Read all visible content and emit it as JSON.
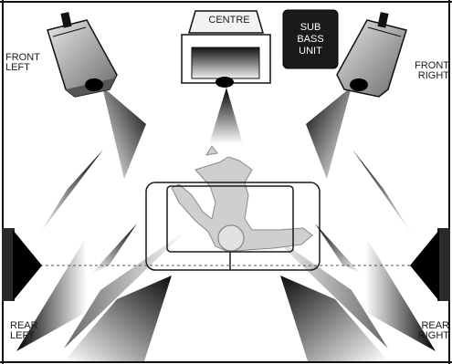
{
  "speakers": {
    "front_left": {
      "line1": "FRONT",
      "line2": "LEFT",
      "icon": "speaker-icon"
    },
    "front_right": {
      "line1": "FRONT",
      "line2": "RIGHT",
      "icon": "speaker-icon"
    },
    "rear_left": {
      "line1": "REAR",
      "line2": "LEFT",
      "icon": "speaker-icon"
    },
    "rear_right": {
      "line1": "REAR",
      "line2": "RIGHT",
      "icon": "speaker-icon"
    },
    "centre": {
      "label": "CENTRE",
      "icon": "speaker-icon"
    },
    "sub": {
      "line1": "SUB",
      "line2": "BASS",
      "line3": "UNIT"
    }
  },
  "colors": {
    "background": "#ffffff",
    "frame": "#111111",
    "subwoofer_fill": "#1a1a1a",
    "sound_beam_dark": "#111111",
    "sound_beam_light": "#ffffff",
    "listener": "#c8c8c8"
  }
}
